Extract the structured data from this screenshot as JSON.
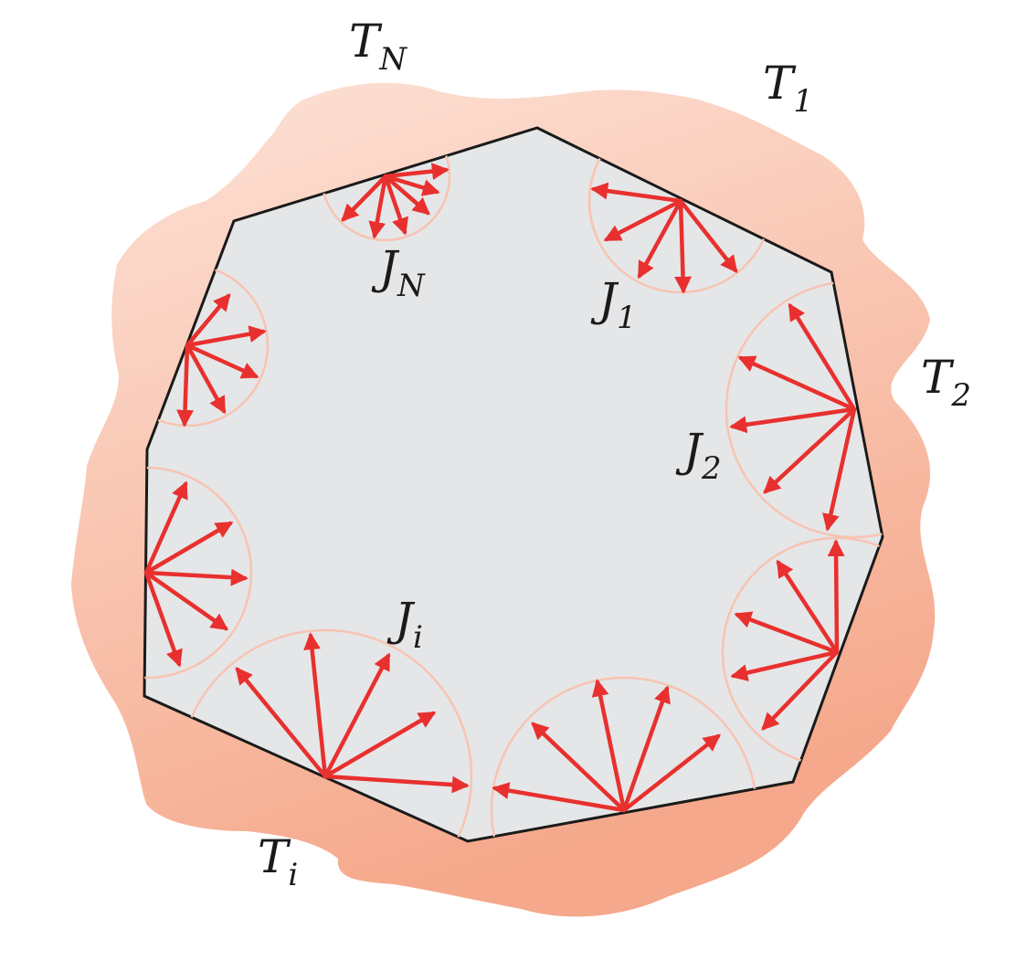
{
  "labels": {
    "enclosure_symbol": "T",
    "surface_symbol": "J",
    "subscripts": {
      "first": "1",
      "second": "2",
      "last": "N",
      "general": "i"
    }
  },
  "colors": {
    "enclosure_gradient_light": "#fde3d8",
    "enclosure_gradient_dark": "#f5a88b",
    "polygon_fill": "#e5e6e8",
    "polygon_stroke": "#1a1a1a",
    "ray": "#e8302e",
    "hemisphere_arc": "#f7c4b2"
  }
}
